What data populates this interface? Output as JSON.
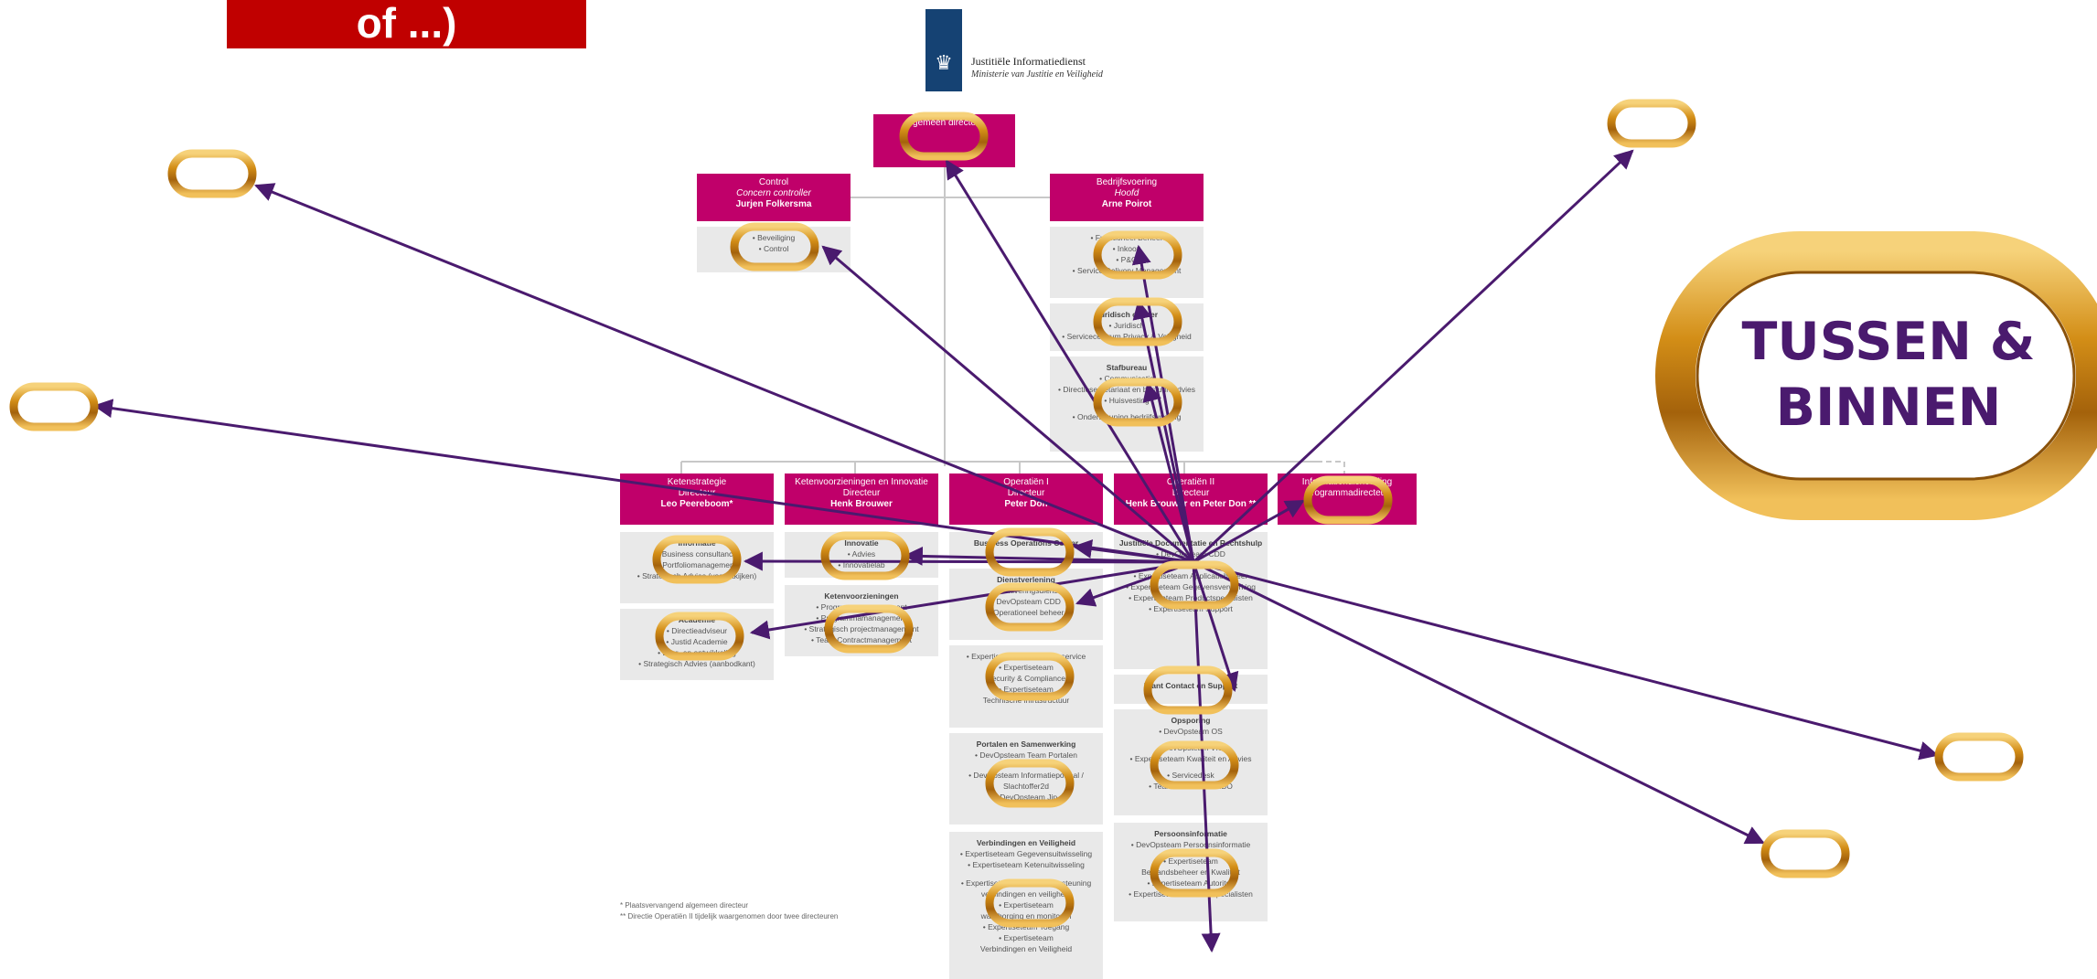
{
  "banner": {
    "text": "of ...)"
  },
  "logo": {
    "title": "Justitiële Informatiedienst",
    "subtitle": "Ministerie van Justitie en Veiligheid"
  },
  "org": {
    "top": {
      "line1": "gemeen directe"
    },
    "control": {
      "unit": "Control",
      "role": "Concern controller",
      "name": "Jurjen Folkersma",
      "items": [
        "• Beveiliging",
        "• Control"
      ]
    },
    "bedrijfsvoering": {
      "unit": "Bedrijfsvoering",
      "role": "Hoofd",
      "name": "Arne Poirot",
      "block1": [
        "• Functioneel Beheer",
        "• Inkoop",
        "• P&O",
        "• Service Delivery Management"
      ],
      "block2": [
        "Juridisch cluster",
        "• Juridisch",
        "• Servicecentrum Privacy & Veiligheid"
      ],
      "block3": [
        "Stafbureau",
        "• Communicatie",
        "• Directiesecretariaat en bestuursadvies",
        "• Huisvesting",
        "• Ondersteuning bedrijfsvoering"
      ]
    },
    "ketenstrategie": {
      "unit": "Ketenstrategie",
      "role": "Directeur",
      "name": "Leo Peereboom*",
      "block1": [
        "Informatie",
        "• Business consultancy",
        "• Portfoliomanagement",
        "• Strategisch Advies (vooruitkijken)"
      ],
      "block2": [
        "Academie",
        "• Directieadviseur",
        "• Justid Academie",
        "• Leer- en ontwikkeling",
        "• Strategisch Advies (aanbodkant)"
      ]
    },
    "ketenvoorzieningen": {
      "unit": "Ketenvoorzieningen en Innovatie",
      "role": "Directeur",
      "name": "Henk Brouwer",
      "block1": [
        "Innovatie",
        "• Advies",
        "• Innovatielab"
      ],
      "block2": [
        "Ketenvoorzieningen",
        "• Programmamanagement",
        "• Programmamanagement",
        "• Strategisch projectmanagement",
        "• Team Contractmanagement"
      ]
    },
    "operatien1": {
      "unit": "Operatiën I",
      "role": "Directeur",
      "name": "Peter Don",
      "block1": [
        "Business Operations Center"
      ],
      "block2": [
        "Dienstverlening",
        "• Archiveringsdienst",
        "• DevOpsteam CDD",
        "• Operationeel beheer"
      ],
      "block3": [
        "• Expertiseteam Gebruikersservice",
        "• Expertiseteam",
        "Security & Compliance",
        "• Expertiseteam",
        "Technische infrastructuur"
      ],
      "block4": [
        "Portalen en Samenwerking",
        "• DevOpsteam Team Portalen",
        "• DevOpsteam Informatieportaal /",
        "Slachtoffer2d",
        "• DevOpsteam Jip"
      ],
      "block5": [
        "Verbindingen en Veiligheid",
        "• Expertiseteam Gegevensuitwisseling",
        "• Expertiseteam Ketenuitwisseling",
        "• Expertiseteam Procesondersteuning",
        "verbindingen en veiligheid",
        "• Expertiseteam",
        "waarborging en monitoren",
        "• Expertiseteam Toegang",
        "• Expertiseteam",
        "Verbindingen en Veiligheid"
      ]
    },
    "operatien2": {
      "unit": "Operatiën II",
      "role": "Directeur",
      "name": "Henk Brouwer en Peter Don **",
      "block1": [
        "Justitiële Documentatie en Rechtshulp",
        "• DevOpsteam CDD",
        "• Documentatie",
        "• Expertiseteam Applicatiebeheer",
        "• Expertiseteam Gegevensverwerking",
        "• Expertiseteam Productspecialisten",
        "• Expertiseteam Support"
      ],
      "block2": [
        "Klant Contact en Support"
      ],
      "block3": [
        "Opsporing",
        "• DevOpsteam OS",
        "• DevOpsteam VIS",
        "• Expertiseteam Kwaliteit en Advies",
        "• Servicedesk",
        "• Team Servicedesk IBO"
      ],
      "block4": [
        "Persoonsinformatie",
        "• DevOpsteam Persoonsinformatie",
        "• Expertiseteam",
        "Bestandsbeheer en Kwaliteit",
        "• Expertiseteam Autoriteit",
        "• Expertiseteam Productspecialisten"
      ]
    },
    "informatiehuishouding": {
      "unit": "Informatiehuishouding",
      "role": "Programmadirecteur",
      "name": ""
    }
  },
  "footnotes": [
    "* Plaatsvervangend algemeen directeur",
    "** Directie Operatiën II tijdelijk waargenomen door twee directeuren"
  ],
  "big_ring": {
    "line1": "TUSSEN &",
    "line2": "BINNEN"
  },
  "colors": {
    "magenta": "#c0006a",
    "gray": "#e9e9e9",
    "arrow": "#4a1a6e",
    "gold": "#d4961c",
    "red": "#c00000",
    "navy": "#154273"
  }
}
